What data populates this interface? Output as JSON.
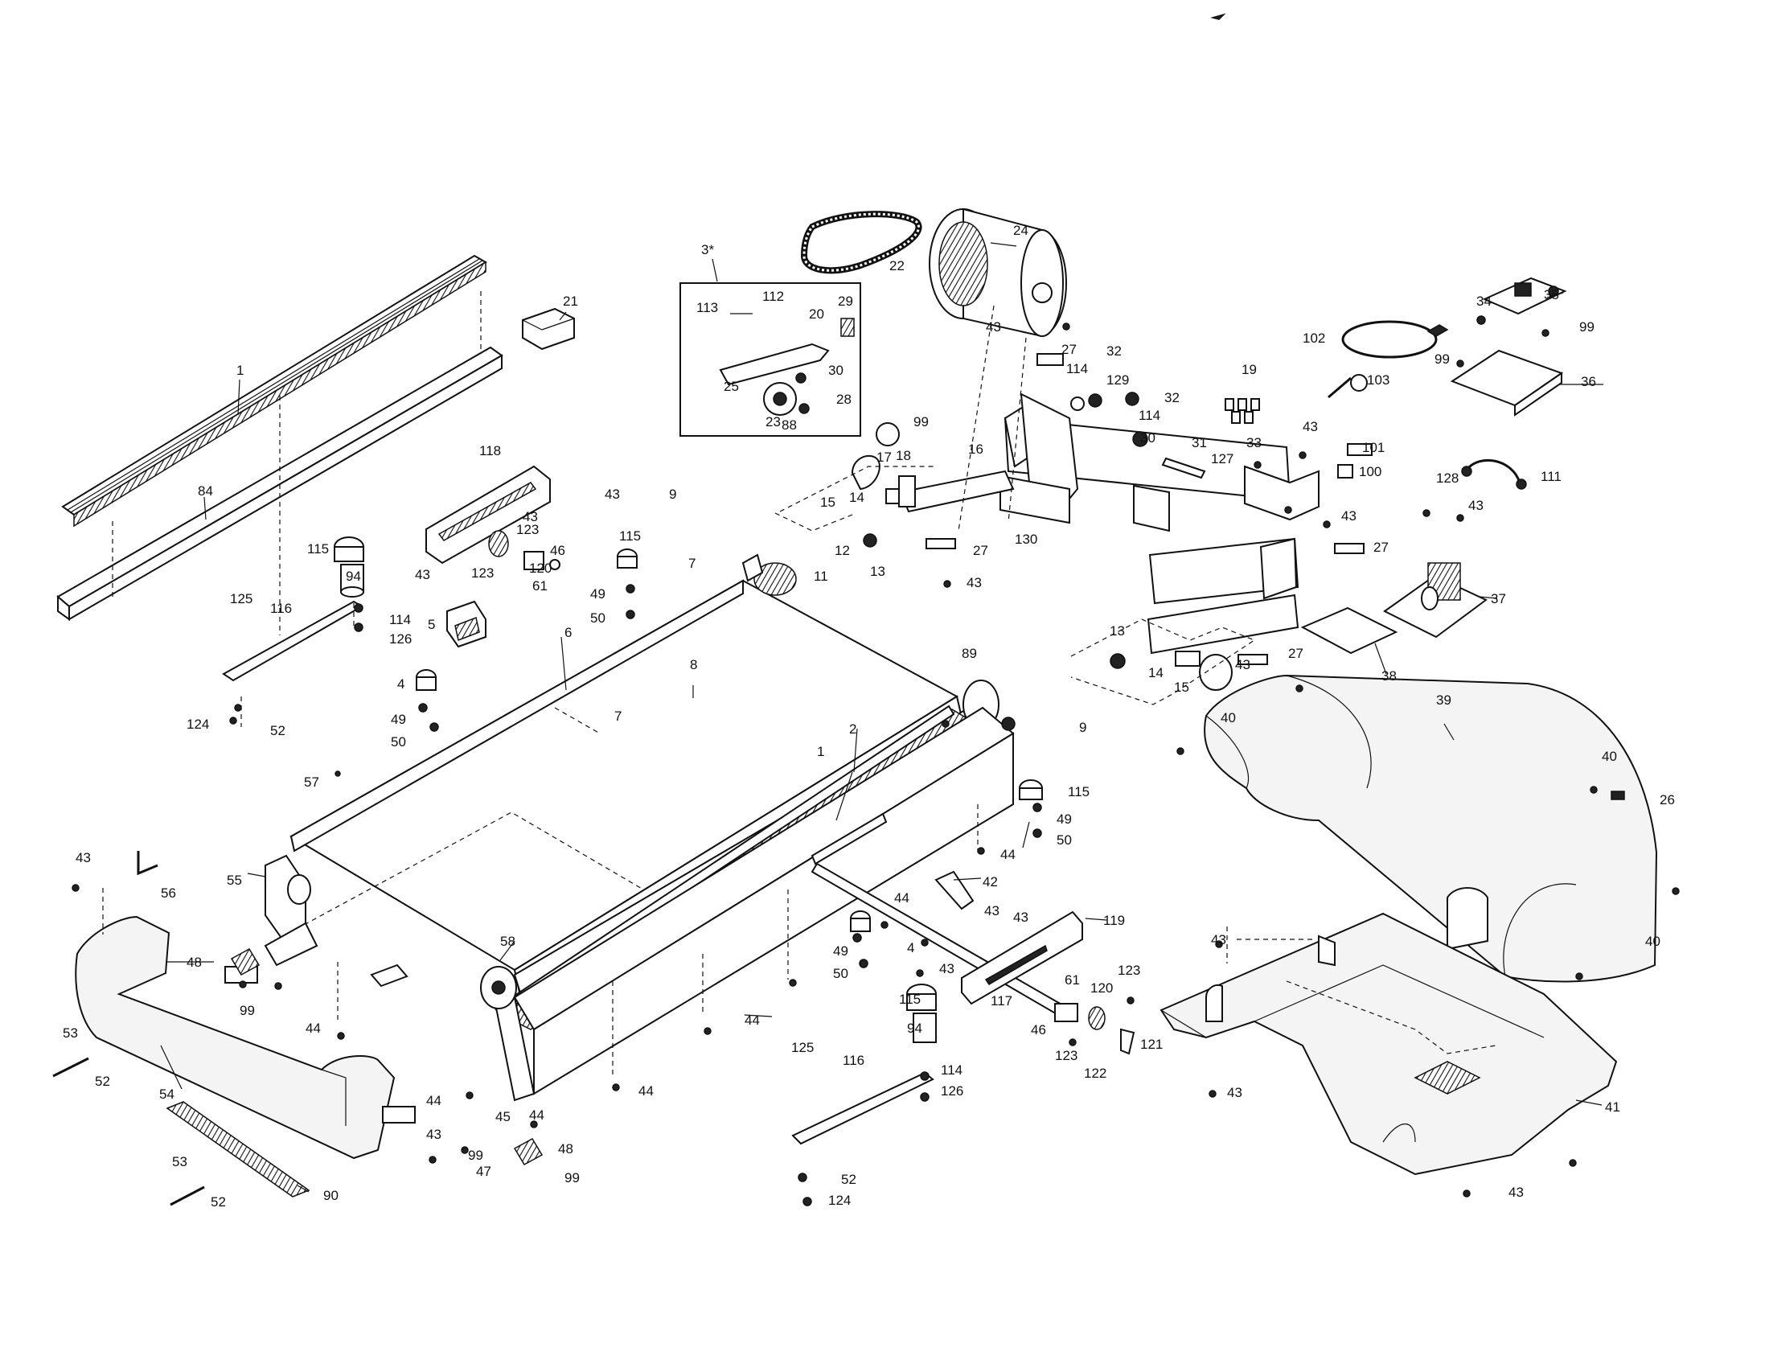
{
  "diagram": {
    "labels": [
      "1",
      "2",
      "3*",
      "4",
      "5",
      "6",
      "7",
      "8",
      "9",
      "11",
      "12",
      "13",
      "14",
      "15",
      "16",
      "17",
      "18",
      "19",
      "20",
      "21",
      "22",
      "23",
      "24",
      "25",
      "26",
      "27",
      "28",
      "29",
      "30",
      "31",
      "32",
      "33",
      "34",
      "35",
      "36",
      "37",
      "38",
      "39",
      "40",
      "41",
      "42",
      "43",
      "44",
      "45",
      "46",
      "47",
      "48",
      "49",
      "50",
      "52",
      "53",
      "54",
      "55",
      "56",
      "57",
      "58",
      "61",
      "84",
      "88",
      "89",
      "90",
      "94",
      "99",
      "100",
      "101",
      "102",
      "103",
      "111",
      "112",
      "113",
      "114",
      "115",
      "116",
      "117",
      "118",
      "119",
      "120",
      "121",
      "122",
      "123",
      "124",
      "125",
      "126",
      "127",
      "128",
      "129",
      "130"
    ]
  }
}
